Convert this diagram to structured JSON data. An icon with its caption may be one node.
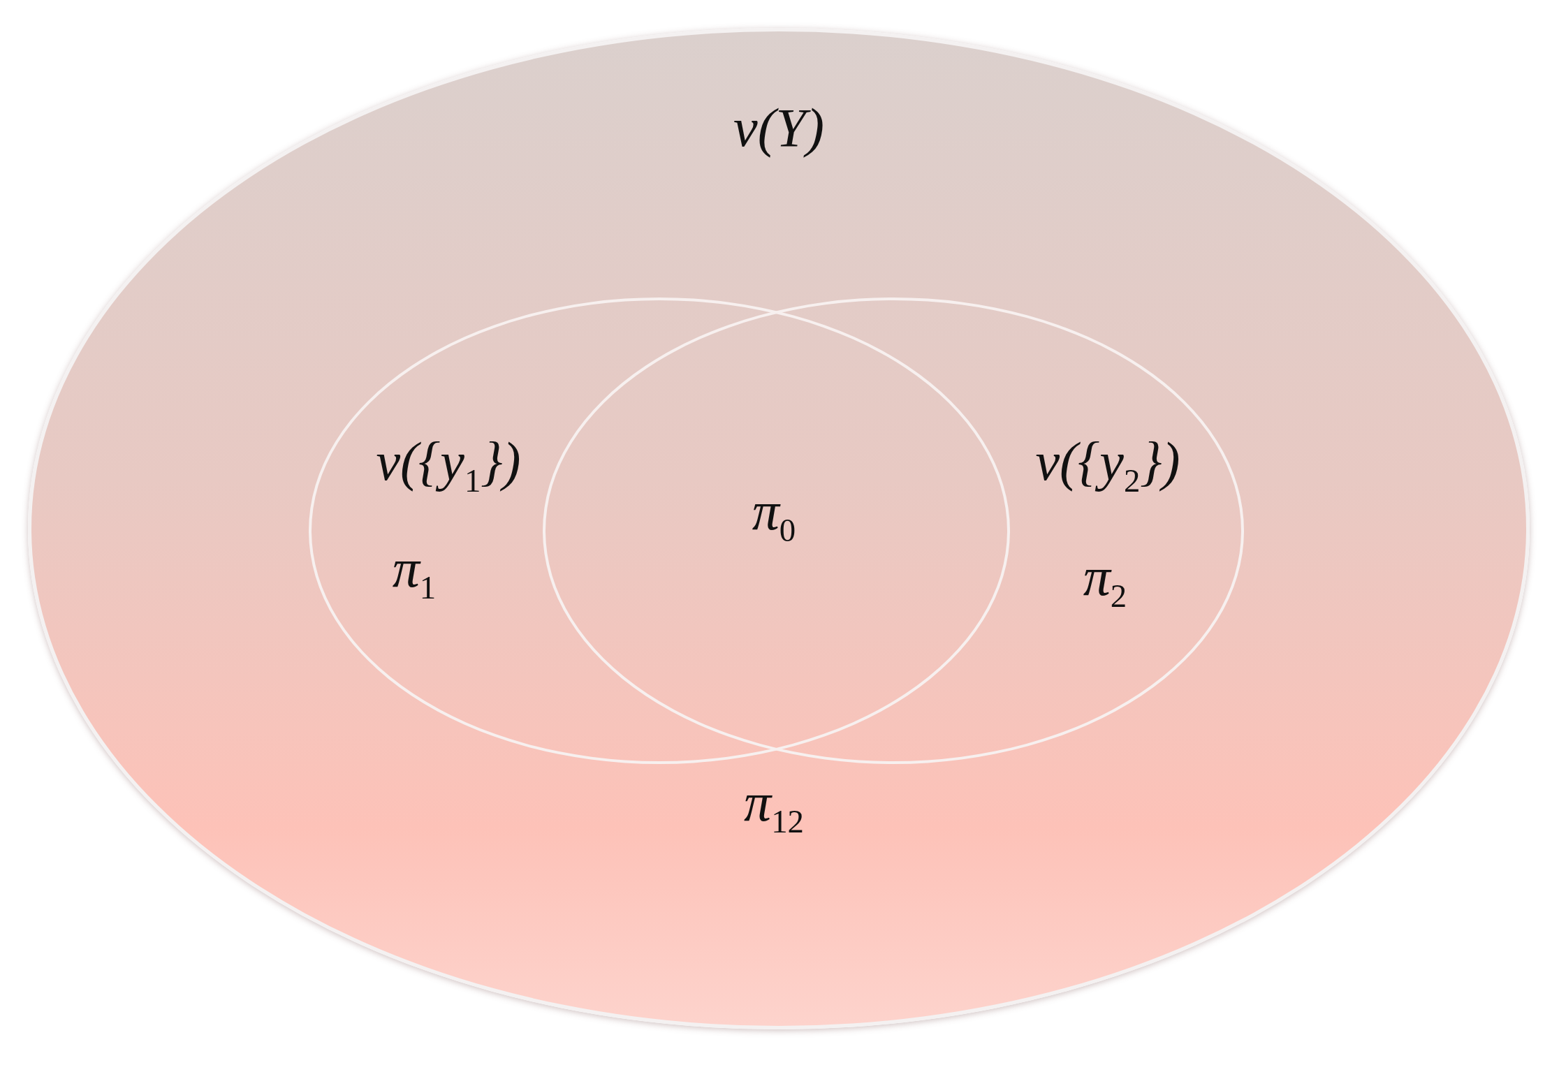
{
  "diagram": {
    "nodes": [
      {
        "text": [
          "ν(Y)"
        ]
      },
      {
        "text": [
          "ν({y$_{1}$})",
          "π$_{1}$"
        ],
        "in": 0
      },
      {
        "text": [
          "ν({y$_{2}$})",
          "π$_{2}$"
        ],
        "in": 0
      }
    ],
    "labels": [
      "π$_{0}$",
      "π$_{12}$"
    ]
  }
}
